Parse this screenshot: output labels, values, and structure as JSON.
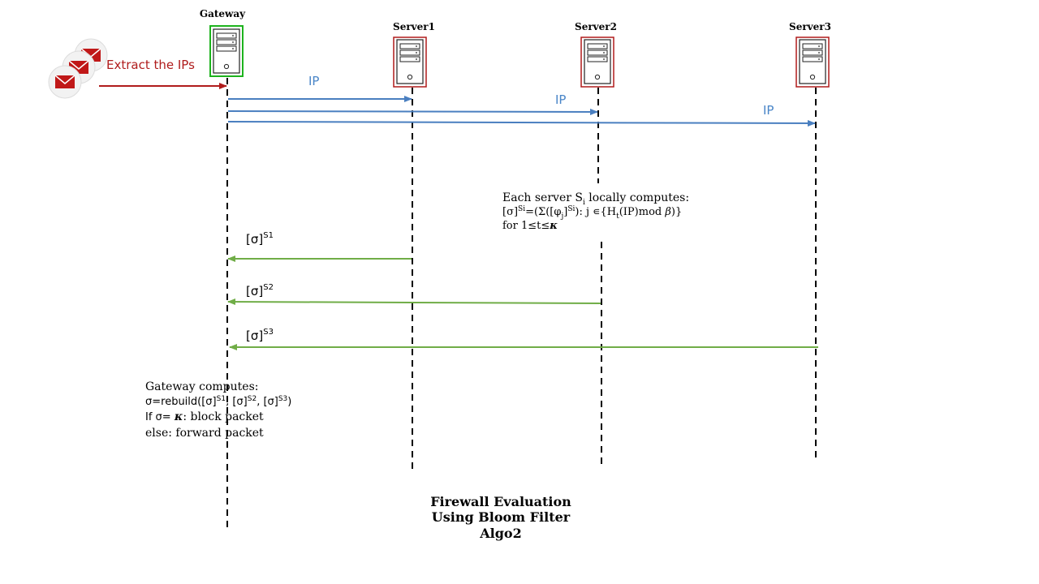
{
  "nodes": {
    "gateway": "Gateway",
    "server1": "Server1",
    "server2": "Server2",
    "server3": "Server3"
  },
  "extract_label": "Extract the IPs",
  "ip_label": "IP",
  "sigma": "[σ]",
  "sup_s1": "S1",
  "sup_s2": "S2",
  "sup_s3": "S3",
  "server_note": {
    "line1_a": "Each server S",
    "line1_sub": "i",
    "line1_b": " locally computes:",
    "line2_a": "[σ]",
    "line2_sup": "Si",
    "line2_b": "=(Σ([φ",
    "line2_sub": "j",
    "line2_sup2": "]",
    "line2_sup3": "Si",
    "line2_c": "): j ∊{H",
    "line2_sub2": "t",
    "line2_d": "(IP)mod ",
    "line2_beta": "β",
    "line2_e": ")}",
    "line3_a": "for 1≤t≤",
    "line3_kappa": "κ"
  },
  "gateway_note": {
    "line1": "Gateway computes:",
    "line2_a": "σ=rebuild([σ]",
    "line2_s1": "S1",
    "line2_b": ", [σ]",
    "line2_s2": "S2",
    "line2_c": ", [σ]",
    "line2_s3": "S3",
    "line2_d": ")",
    "line3_a": "If σ= ",
    "line3_kappa": "κ",
    "line3_b": ": block packet",
    "line4": "else: forward packet"
  },
  "caption": {
    "line1": "Firewall Evaluation",
    "line2": "Using Bloom Filter",
    "line3": "Algo2"
  },
  "colors": {
    "blue_arrow": "#4a7fc0",
    "green_arrow": "#70ad47",
    "red_arrow": "#b01c1c",
    "gateway_border": "#1db31d",
    "server_border": "#b01c1c"
  }
}
